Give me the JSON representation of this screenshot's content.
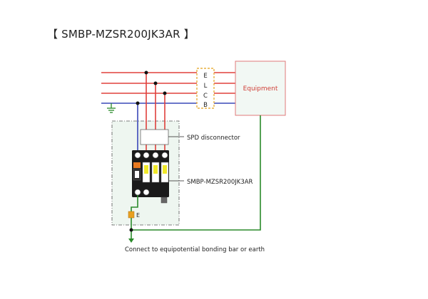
{
  "title": "【 SMBP-MZSR200JK3AR 】",
  "elcb_letters": [
    "E",
    "L",
    "C",
    "B"
  ],
  "equipment_label": "Equipment",
  "spd_disconnector_label": "SPD disconnector",
  "product_label": "SMBP-MZSR200JK3AR",
  "earth_terminal_label": "E",
  "bottom_caption": "Connect to equipotential bonding bar or earth",
  "colors": {
    "phase": "#e0403c",
    "neutral": "#3a48b8",
    "earth": "#2a8a2a",
    "elcb_border": "#e8b040",
    "equipment_border": "#e07a7a",
    "equipment_fill": "#f2f8f4",
    "equipment_text": "#d04038",
    "enclosure_border": "#555555",
    "enclosure_fill": "#eef6f0"
  }
}
